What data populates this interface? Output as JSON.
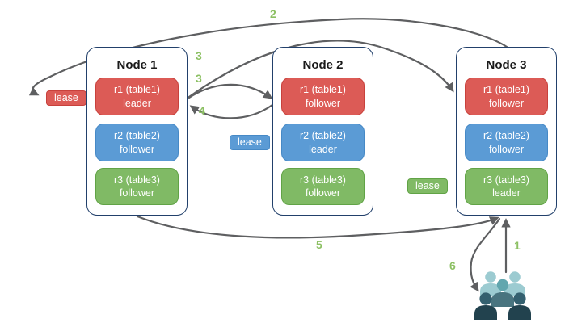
{
  "colors": {
    "red_fill": "#DC5B56",
    "red_border": "#C8413C",
    "blue_fill": "#5B9BD5",
    "blue_border": "#4689C6",
    "green_fill": "#80BA65",
    "green_border": "#61A346",
    "node_border": "#22406B",
    "arrow": "#5E5F61",
    "step_label": "#8CC063"
  },
  "nodes": [
    {
      "title": "Node 1",
      "replicas": [
        {
          "name": "r1 (table1)",
          "role": "leader",
          "color": "red"
        },
        {
          "name": "r2 (table2)",
          "role": "follower",
          "color": "blue"
        },
        {
          "name": "r3 (table3)",
          "role": "follower",
          "color": "green"
        }
      ]
    },
    {
      "title": "Node 2",
      "replicas": [
        {
          "name": "r1 (table1)",
          "role": "follower",
          "color": "red"
        },
        {
          "name": "r2 (table2)",
          "role": "leader",
          "color": "blue"
        },
        {
          "name": "r3 (table3)",
          "role": "follower",
          "color": "green"
        }
      ]
    },
    {
      "title": "Node 3",
      "replicas": [
        {
          "name": "r1 (table1)",
          "role": "follower",
          "color": "red"
        },
        {
          "name": "r2 (table2)",
          "role": "follower",
          "color": "blue"
        },
        {
          "name": "r3 (table3)",
          "role": "leader",
          "color": "green"
        }
      ]
    }
  ],
  "leases": [
    {
      "label": "lease",
      "color": "red"
    },
    {
      "label": "lease",
      "color": "blue"
    },
    {
      "label": "lease",
      "color": "green"
    }
  ],
  "steps": [
    {
      "label": "1"
    },
    {
      "label": "2"
    },
    {
      "label": "3"
    },
    {
      "label": "3"
    },
    {
      "label": "4"
    },
    {
      "label": "5"
    },
    {
      "label": "6"
    }
  ],
  "users_icon": "users-group-icon"
}
